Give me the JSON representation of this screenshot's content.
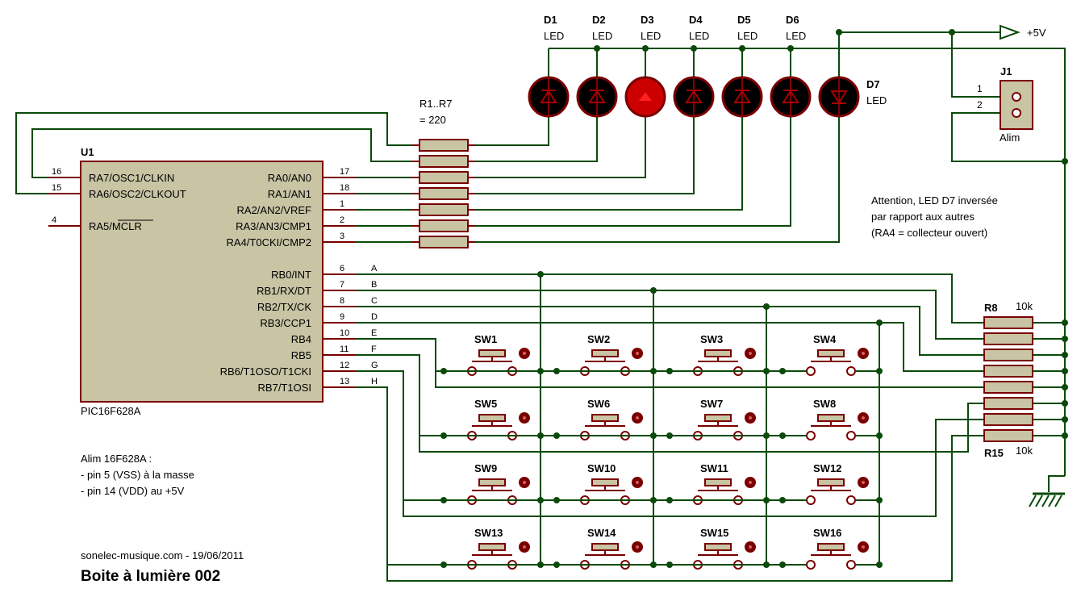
{
  "title": "Boite à lumière 002",
  "credit": "sonelec-musique.com - 19/06/2011",
  "ic": {
    "ref": "U1",
    "part": "PIC16F628A",
    "left_pins": [
      {
        "num": "16",
        "name": "RA7/OSC1/CLKIN"
      },
      {
        "num": "15",
        "name": "RA6/OSC2/CLKOUT"
      },
      {
        "num": "4",
        "name": "RA5/MCLR"
      }
    ],
    "right_pins": [
      {
        "num": "17",
        "name": "RA0/AN0"
      },
      {
        "num": "18",
        "name": "RA1/AN1"
      },
      {
        "num": "1",
        "name": "RA2/AN2/VREF"
      },
      {
        "num": "2",
        "name": "RA3/AN3/CMP1"
      },
      {
        "num": "3",
        "name": "RA4/T0CKI/CMP2"
      },
      {
        "num": "6",
        "name": "RB0/INT",
        "net": "A"
      },
      {
        "num": "7",
        "name": "RB1/RX/DT",
        "net": "B"
      },
      {
        "num": "8",
        "name": "RB2/TX/CK",
        "net": "C"
      },
      {
        "num": "9",
        "name": "RB3/CCP1",
        "net": "D"
      },
      {
        "num": "10",
        "name": "RB4",
        "net": "E"
      },
      {
        "num": "11",
        "name": "RB5",
        "net": "F"
      },
      {
        "num": "12",
        "name": "RB6/T1OSO/T1CKI",
        "net": "G"
      },
      {
        "num": "13",
        "name": "RB7/T1OSI",
        "net": "H"
      }
    ]
  },
  "resistors_top": {
    "ref": "R1..R7",
    "value": "= 220"
  },
  "leds": [
    {
      "ref": "D1",
      "type": "LED"
    },
    {
      "ref": "D2",
      "type": "LED"
    },
    {
      "ref": "D3",
      "type": "LED"
    },
    {
      "ref": "D4",
      "type": "LED"
    },
    {
      "ref": "D5",
      "type": "LED"
    },
    {
      "ref": "D6",
      "type": "LED"
    },
    {
      "ref": "D7",
      "type": "LED"
    }
  ],
  "power": {
    "supply": "+5V",
    "connector_ref": "J1",
    "connector_name": "Alim",
    "pin1": "1",
    "pin2": "2"
  },
  "resistors_right": {
    "top_ref": "R8",
    "top_value": "10k",
    "bottom_ref": "R15",
    "bottom_value": "10k"
  },
  "switches": [
    "SW1",
    "SW2",
    "SW3",
    "SW4",
    "SW5",
    "SW6",
    "SW7",
    "SW8",
    "SW9",
    "SW10",
    "SW11",
    "SW12",
    "SW13",
    "SW14",
    "SW15",
    "SW16"
  ],
  "note": [
    "Attention, LED D7 inversée",
    "par rapport aux autres",
    "(RA4 = collecteur ouvert)"
  ],
  "alim_note": [
    "Alim 16F628A :",
    "- pin 5 (VSS) à la masse",
    "- pin 14 (VDD) au +5V"
  ]
}
